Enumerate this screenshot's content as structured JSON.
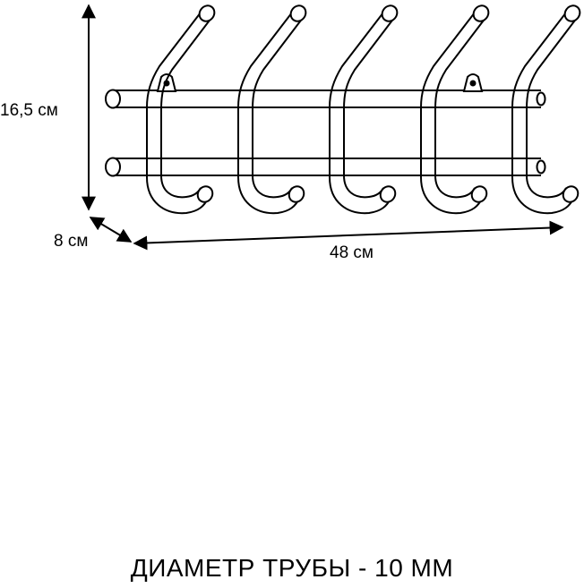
{
  "dimensions": {
    "height_label": "16,5 см",
    "depth_label": "8 см",
    "width_label": "48 см"
  },
  "caption": "ДИАМЕТР ТРУБЫ - 10 ММ",
  "colors": {
    "line": "#000000",
    "background": "#ffffff"
  }
}
